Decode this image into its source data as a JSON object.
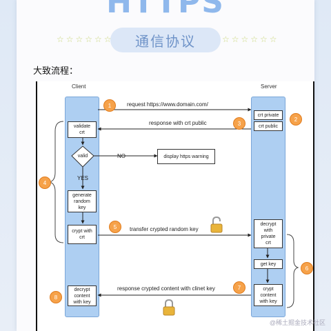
{
  "title": "HTTPS",
  "subtitle": "通信协议",
  "decor_stars": "☆☆☆☆☆☆",
  "section_label": "大致流程：",
  "client_label": "Client",
  "server_label": "Server",
  "boxes": {
    "validate": "validate\ncrt",
    "valid": "valid",
    "display_warning": "display https warning",
    "generate": "generate\nrandom\nkey",
    "crypt_with": "crypt with\ncrt",
    "decrypt_client": "decrypt\ncontent\nwith key",
    "crt_private": "crt private",
    "crt_public": "crt public",
    "decrypt_server": "decrypt\nwith\nprivate\ncrt",
    "get_key": "get key",
    "crypt_content": "crypt\ncontent\nwith key"
  },
  "labels": {
    "no": "NO",
    "yes": "YES"
  },
  "messages": {
    "m1": "request https://www.domain.com/",
    "m3": "response with crt public",
    "m5": "transfer crypted random key",
    "m7": "response crypted content with clinet key"
  },
  "steps": [
    "1",
    "2",
    "3",
    "4",
    "5",
    "6",
    "7",
    "8"
  ],
  "watermark": "@稀土掘金技术社区",
  "colors": {
    "lane": "#aecff2",
    "step_badge": "#f6a24a",
    "title": "#8fb8ec"
  }
}
